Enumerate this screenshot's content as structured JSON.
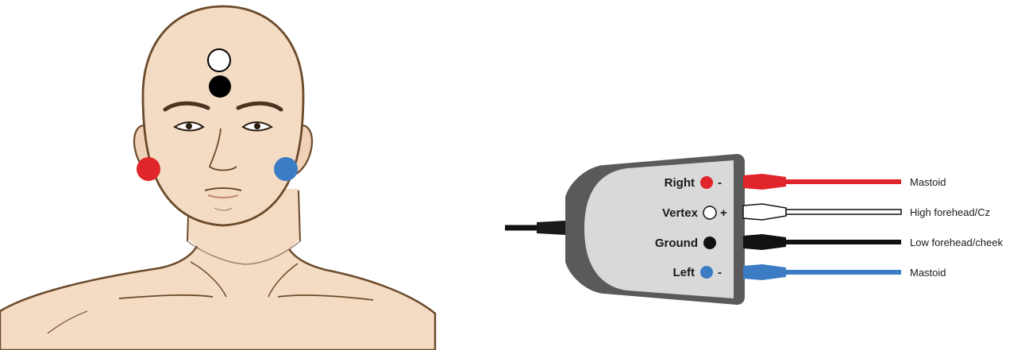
{
  "head_electrodes": [
    {
      "name": "vertex",
      "color": "#ffffff"
    },
    {
      "name": "ground",
      "color": "#000000"
    },
    {
      "name": "right-mastoid",
      "color": "#e0262b"
    },
    {
      "name": "left-mastoid",
      "color": "#3b7cc4"
    }
  ],
  "connector": {
    "body_color": "#5a5a5a",
    "face_color": "#d9d9d9",
    "inputs": [
      {
        "label": "Right",
        "color": "#e0262b",
        "sign": "-",
        "destination": "Mastoid"
      },
      {
        "label": "Vertex",
        "color": "#ffffff",
        "sign": "+",
        "destination": "High forehead/Cz"
      },
      {
        "label": "Ground",
        "color": "#000000",
        "sign": "",
        "destination": "Low forehead/cheek"
      },
      {
        "label": "Left",
        "color": "#3b7cc4",
        "sign": "-",
        "destination": "Mastoid"
      }
    ]
  },
  "skin_color": "#f4dcc4",
  "outline_color": "#6b4a2a"
}
